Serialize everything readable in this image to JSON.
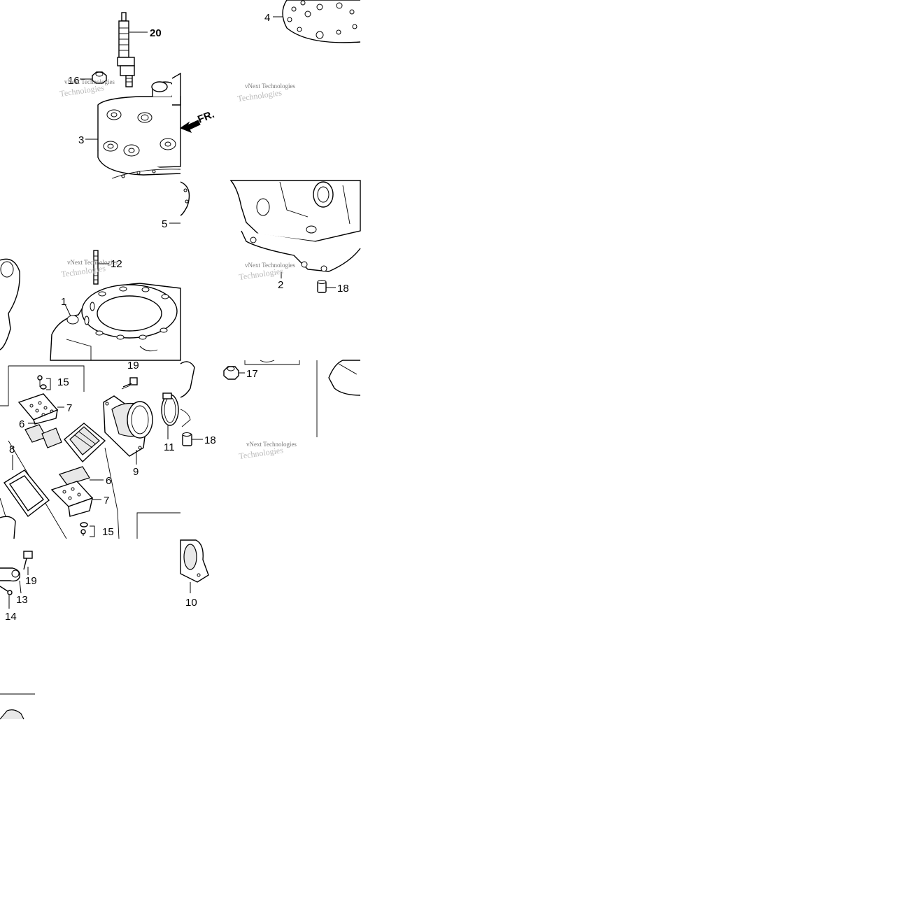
{
  "diagram": {
    "tiles": {
      "top_left": {
        "labels": {
          "spark_plug": "20",
          "nut": "16",
          "cylinder_head": "3"
        },
        "direction_marker": "FR.",
        "watermark": {
          "line1": "vNext Technologies",
          "line2": "Technologies"
        }
      },
      "top_right": {
        "labels": {
          "head_gasket": "4"
        },
        "watermark": {
          "line1": "vNext Technologies",
          "line2": "Technologies"
        }
      },
      "mid_left": {
        "labels": {
          "stud_bolt": "12",
          "cylinder": "1",
          "head_gasket_lower": "5"
        },
        "watermark": {
          "line1": "vNext Technologies",
          "line2": "Technologies"
        }
      },
      "mid_right": {
        "labels": {
          "base_gasket": "2",
          "dowel_pin": "18"
        },
        "watermark": {
          "line1": "vNext Technologies",
          "line2": "Technologies"
        }
      },
      "lower_left": {
        "labels": {
          "screw_top": "15",
          "reed_stopper_top": "7",
          "reed_top": "6",
          "insulator_gasket": "8",
          "reed_bottom": "6",
          "reed_stopper_bottom": "7",
          "screw_bottom": "15",
          "bolt": "19",
          "reed_valve": "9",
          "band": "11",
          "clamp": "13",
          "screw_long": "14",
          "bolt_lower": "19"
        }
      },
      "lower_right": {
        "labels": {
          "nut_lower": "17",
          "dowel_pin_lower": "18",
          "intake_pipe": "10"
        },
        "watermark": {
          "line1": "vNext Technologies",
          "line2": "Technologies"
        }
      }
    }
  }
}
